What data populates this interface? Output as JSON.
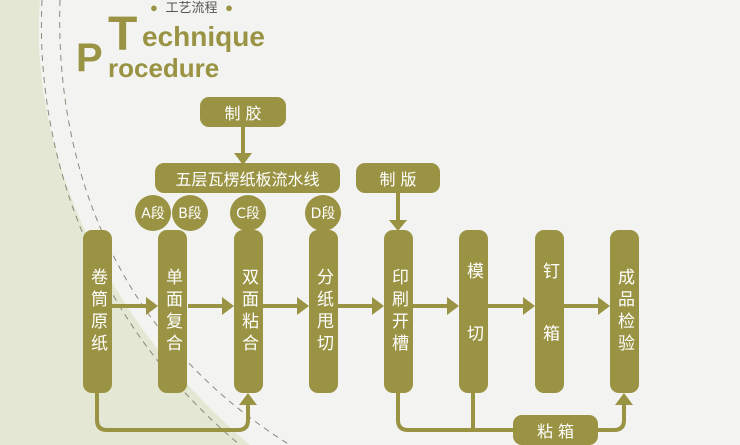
{
  "header": {
    "subtitle": "工艺流程",
    "big_t": "T",
    "line1": "echnique",
    "big_p": "P",
    "line2": "rocedure"
  },
  "top": {
    "glue": "制 胶",
    "line": "五层瓦楞纸板流水线",
    "plate": "制 版"
  },
  "flutes": [
    "A段",
    "B段",
    "C段",
    "D段"
  ],
  "steps": [
    "卷筒原纸",
    "单面复合",
    "双面粘合",
    "分纸甩切",
    "印刷开槽",
    "模 切",
    "钉 箱",
    "成品检验"
  ],
  "bottom": {
    "glue_box": "粘 箱"
  },
  "colors": {
    "olive": "#9a9343"
  }
}
